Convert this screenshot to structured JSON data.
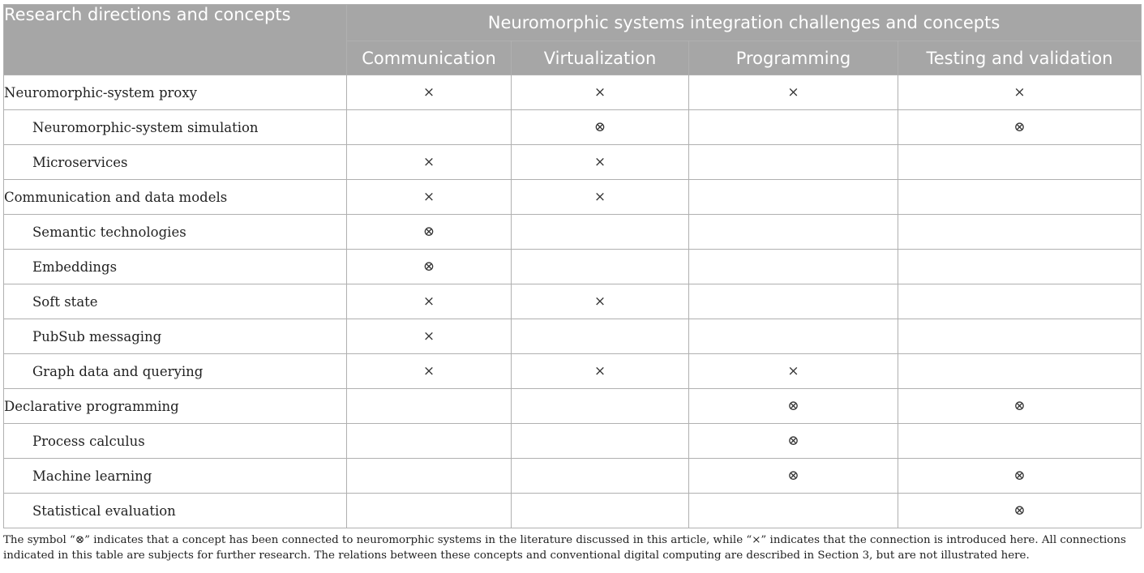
{
  "table": {
    "corner_header": "Research directions and concepts",
    "group_header": "Neuromorphic systems integration challenges and concepts",
    "columns": [
      "Communication",
      "Virtualization",
      "Programming",
      "Testing and validation"
    ],
    "rows": [
      {
        "concept": "Neuromorphic-system proxy",
        "indent": false,
        "cells": [
          "×",
          "×",
          "×",
          "×"
        ]
      },
      {
        "concept": "Neuromorphic-system simulation",
        "indent": true,
        "cells": [
          "",
          "⊗",
          "",
          "⊗"
        ]
      },
      {
        "concept": "Microservices",
        "indent": true,
        "cells": [
          "×",
          "×",
          "",
          ""
        ]
      },
      {
        "concept": "Communication and data models",
        "indent": false,
        "cells": [
          "×",
          "×",
          "",
          ""
        ]
      },
      {
        "concept": "Semantic technologies",
        "indent": true,
        "cells": [
          "⊗",
          "",
          "",
          ""
        ]
      },
      {
        "concept": "Embeddings",
        "indent": true,
        "cells": [
          "⊗",
          "",
          "",
          ""
        ]
      },
      {
        "concept": "Soft state",
        "indent": true,
        "cells": [
          "×",
          "×",
          "",
          ""
        ]
      },
      {
        "concept": "PubSub messaging",
        "indent": true,
        "cells": [
          "×",
          "",
          "",
          ""
        ]
      },
      {
        "concept": "Graph data and querying",
        "indent": true,
        "cells": [
          "×",
          "×",
          "×",
          ""
        ]
      },
      {
        "concept": "Declarative programming",
        "indent": false,
        "cells": [
          "",
          "",
          "⊗",
          "⊗"
        ]
      },
      {
        "concept": "Process calculus",
        "indent": true,
        "cells": [
          "",
          "",
          "⊗",
          ""
        ]
      },
      {
        "concept": "Machine learning",
        "indent": true,
        "cells": [
          "",
          "",
          "⊗",
          "⊗"
        ]
      },
      {
        "concept": "Statistical evaluation",
        "indent": true,
        "cells": [
          "",
          "",
          "",
          "⊗"
        ]
      }
    ]
  },
  "footnote": "The symbol “⊗” indicates that a concept has been connected to neuromorphic systems in the literature discussed in this article, while “×” indicates that the connection is introduced here. All connections indicated in this table are subjects for further research. The relations between these concepts and conventional digital computing are described in Section 3, but are not illustrated here.",
  "colors": {
    "header_bg": "#a6a6a6",
    "header_text": "#ffffff",
    "border": "#b0b0b0",
    "text": "#222222"
  }
}
